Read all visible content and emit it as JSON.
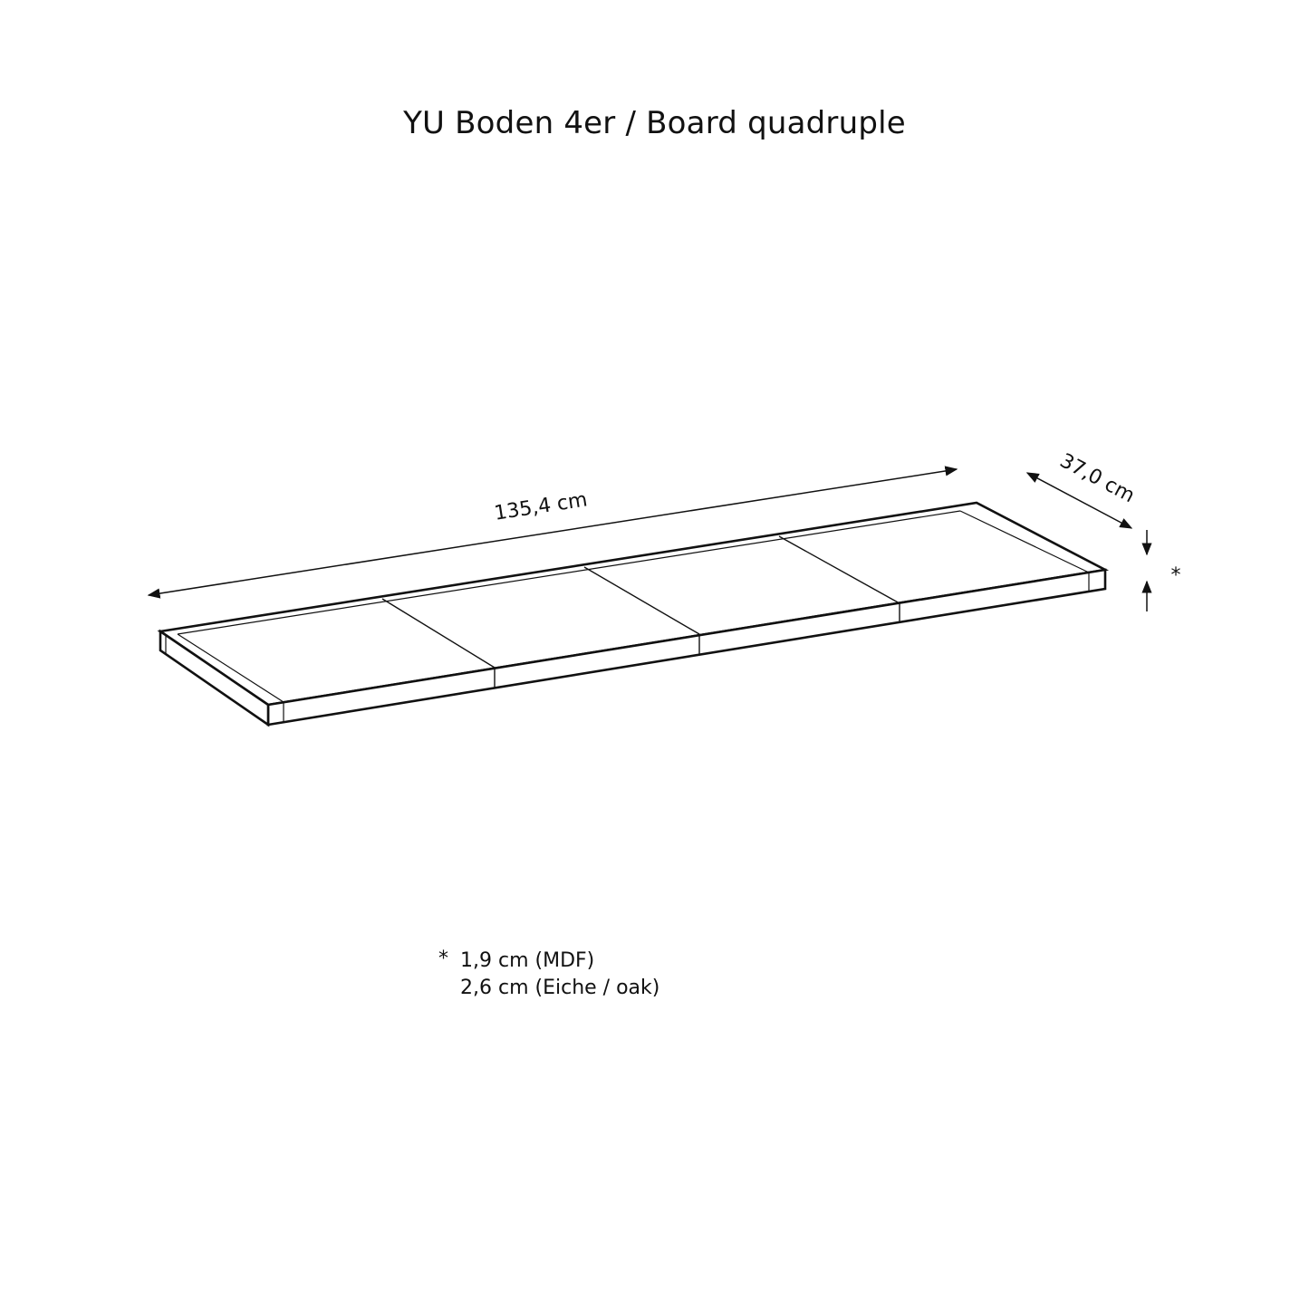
{
  "title": "YU Boden 4er / Board quadruple",
  "dimensions": {
    "length": "135,4 cm",
    "depth": "37,0 cm",
    "thickness_marker": "*"
  },
  "footnote": {
    "marker": "*",
    "lines": [
      "1,9 cm (MDF)",
      "2,6 cm (Eiche / oak)"
    ]
  },
  "drawing": {
    "subject": "board with 4 segments",
    "segments": 4,
    "line_color": "#111111"
  }
}
